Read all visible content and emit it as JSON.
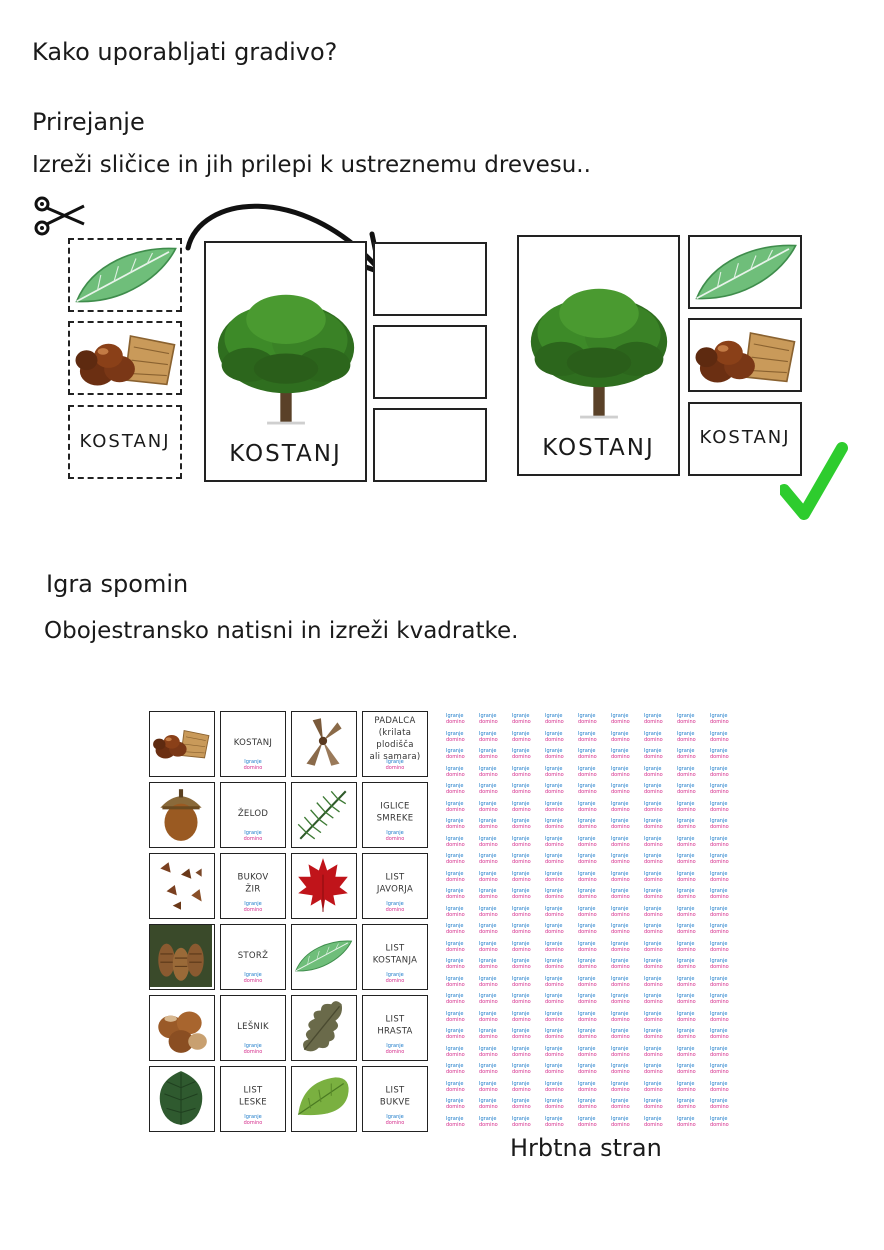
{
  "title": "Kako uporabljati gradivo?",
  "section1": {
    "heading": "Prirejanje",
    "instruction": "Izreži sličice in jih prilepi k ustreznemu drevesu..",
    "cut_label": "KOSTANJ",
    "tree_label": "KOSTANJ",
    "result_tree_label": "KOSTANJ",
    "result_card_label": "KOSTANJ",
    "icons": [
      "scissors-icon",
      "arrow-icon",
      "checkmark-icon"
    ],
    "accent_color": "#2ecc2e"
  },
  "section2": {
    "heading": "Igra spomin",
    "instruction": "Obojestransko natisni in izreži kvadratke.",
    "back_label": "Hrbtna stran",
    "logo_line1": "Igranje",
    "logo_line2": "domino",
    "rows": [
      {
        "img1": "chestnuts",
        "text1": "KOSTANJ",
        "img2": "maple-seeds",
        "text2": "PADALCA\n(krilata\nplodišča\nali samara)"
      },
      {
        "img1": "acorn",
        "text1": "ŽELOD",
        "img2": "spruce-needles",
        "text2": "IGLICE\nSMREKE"
      },
      {
        "img1": "beechnuts",
        "text1": "BUKOV\nŽIR",
        "img2": "maple-leaf",
        "text2": "LIST\nJAVORJA"
      },
      {
        "img1": "cones",
        "text1": "STORŽ",
        "img2": "chestnut-leaf",
        "text2": "LIST\nKOSTANJA"
      },
      {
        "img1": "hazelnuts",
        "text1": "LEŠNIK",
        "img2": "oak-leaf",
        "text2": "LIST\nHRASTA"
      },
      {
        "img1": "hazel-leaf",
        "text1": "LIST\nLESKE",
        "img2": "beech-leaf",
        "text2": "LIST\nBUKVE"
      }
    ]
  }
}
